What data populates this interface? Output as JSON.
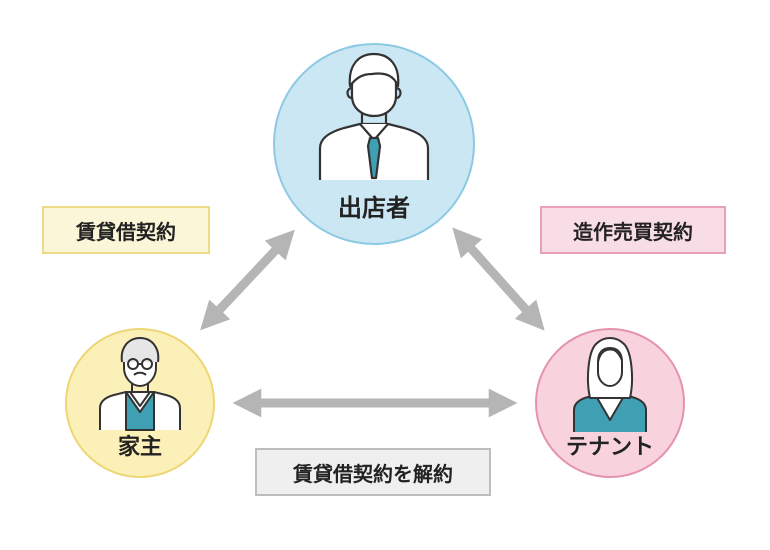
{
  "nodes": {
    "shopkeeper": {
      "label": "出店者",
      "fill": "#cbe7f3",
      "stroke": "#8cc9e3"
    },
    "landlord": {
      "label": "家主",
      "fill": "#fbf1b8",
      "stroke": "#edd673"
    },
    "tenant": {
      "label": "テナント",
      "fill": "#f8d2dd",
      "stroke": "#e593ad"
    }
  },
  "relations": {
    "lease": {
      "label": "賃貸借契約",
      "fill": "#fbf6d8",
      "border": "#eedb8a"
    },
    "sale": {
      "label": "造作売買契約",
      "fill": "#f8dde6",
      "border": "#e7a2b6"
    },
    "cancel": {
      "label": "賃貸借契約を解約",
      "fill": "#efefef",
      "border": "#bdbdbd"
    }
  },
  "colors": {
    "arrow": "#b5b5b5",
    "tie": "#3f9fb3",
    "line": "#333333"
  }
}
